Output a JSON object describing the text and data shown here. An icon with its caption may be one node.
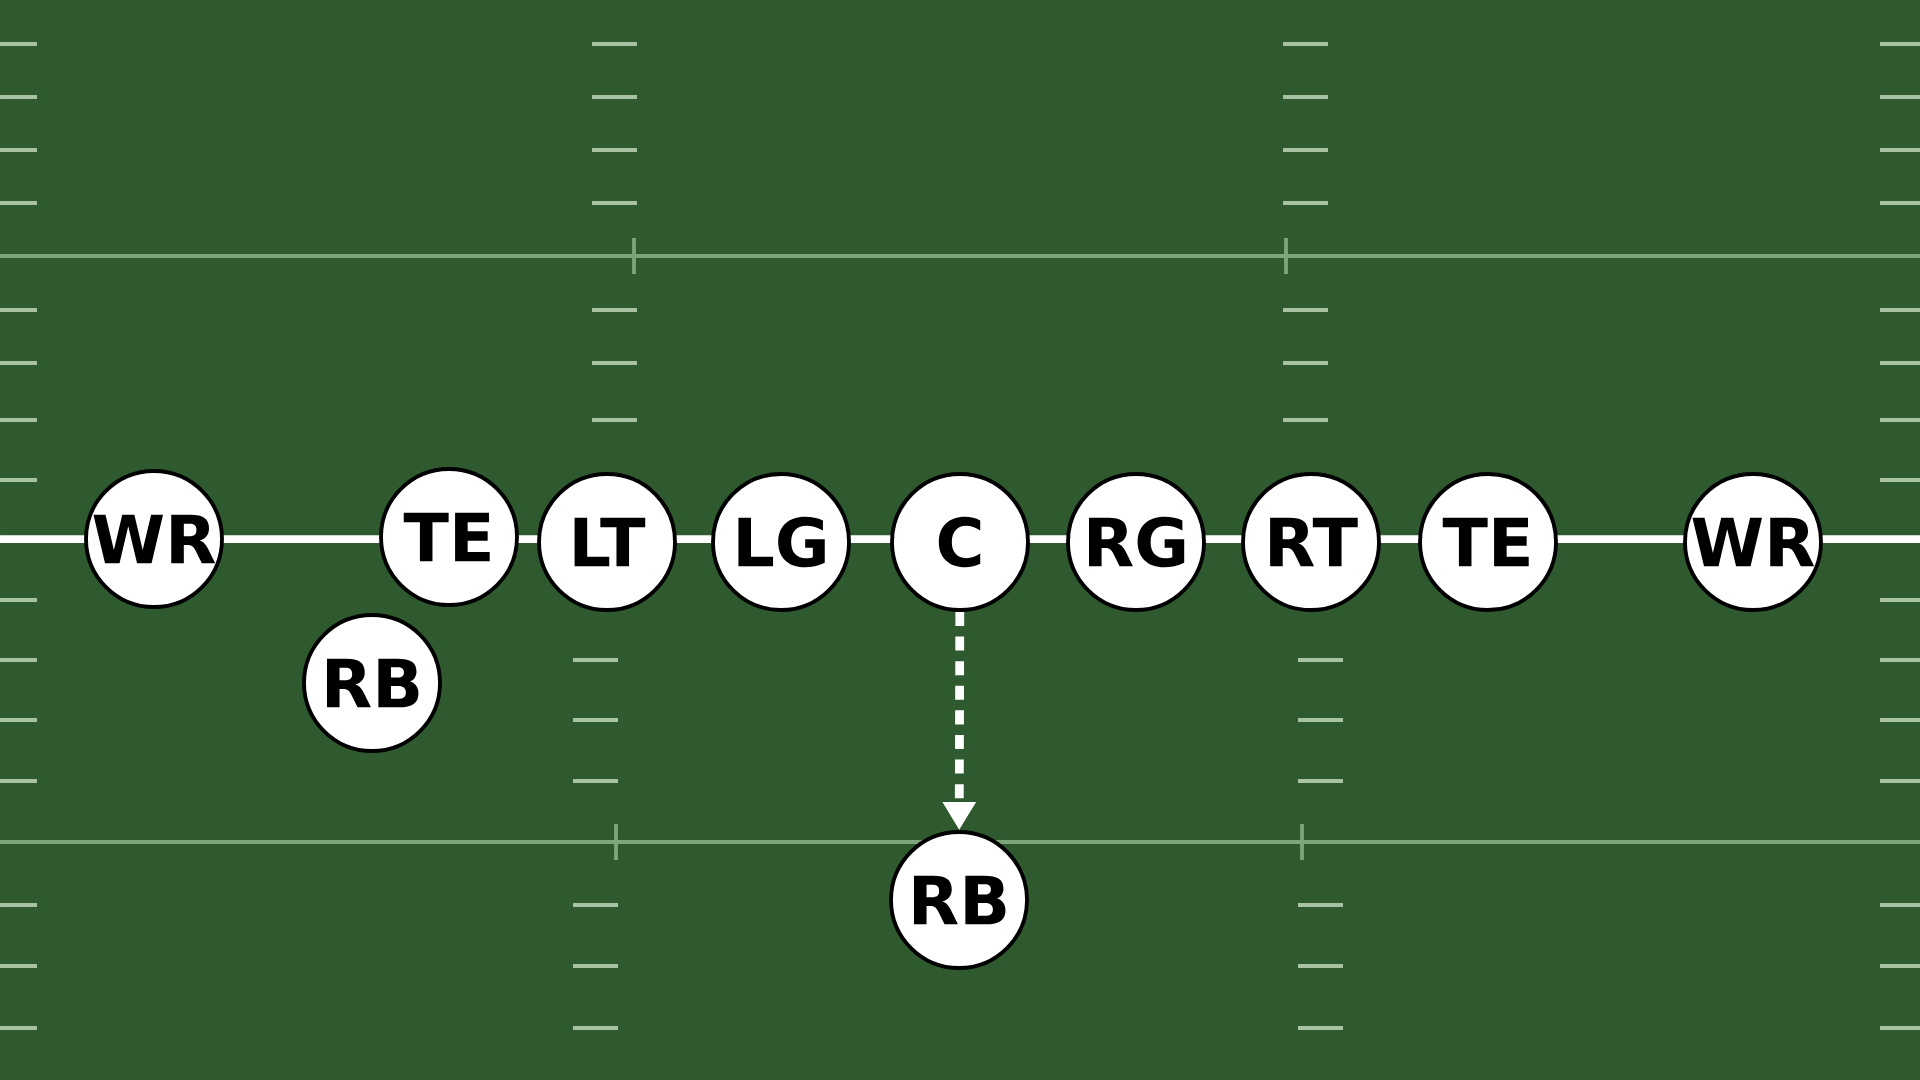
{
  "diagram": {
    "nodes": [
      {
        "text": [
          "WR"
        ]
      },
      {
        "text": [
          "TE"
        ]
      },
      {
        "text": [
          "LT"
        ]
      },
      {
        "text": [
          "LG"
        ]
      },
      {
        "text": [
          "C"
        ]
      },
      {
        "text": [
          "RG"
        ]
      },
      {
        "text": [
          "RT"
        ]
      },
      {
        "text": [
          "TE"
        ]
      },
      {
        "text": [
          "WR"
        ]
      },
      {
        "text": [
          "RB"
        ]
      },
      {
        "text": [
          "RB"
        ]
      }
    ],
    "edges": [
      {
        "from": 4,
        "to": 10,
        "arrow": "to",
        "style": "dashed"
      }
    ]
  }
}
